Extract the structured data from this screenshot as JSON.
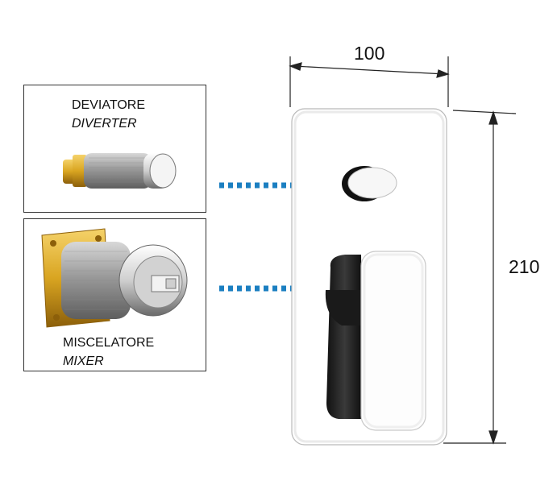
{
  "diverter": {
    "label": "DEVIATORE",
    "label_italic": "DIVERTER"
  },
  "mixer": {
    "label": "MISCELATORE",
    "label_italic": "MIXER"
  },
  "dimensions": {
    "width": "100",
    "height": "210"
  },
  "colors": {
    "arrow": "#1b7fc1",
    "chrome_dark": "#1a1a1a",
    "brass": "#d9a521",
    "panel_border": "#333333"
  },
  "icons": [
    "dotted-arrow-icon",
    "dimension-arrow-icon"
  ]
}
